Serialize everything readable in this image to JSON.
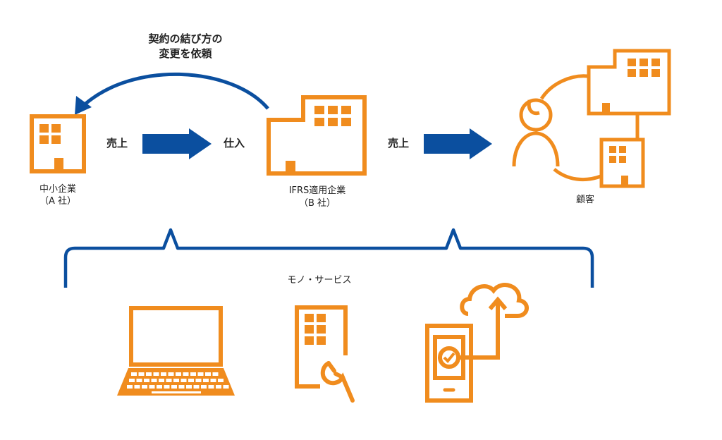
{
  "request_label": "契約の結び方の\n変更を依頼",
  "company_a": {
    "name": "中小企業",
    "sub": "（A 社）"
  },
  "company_b": {
    "name": "IFRS適用企業",
    "sub": "（B 社）"
  },
  "customer": {
    "name": "顧客"
  },
  "flow_sales_1": "売上",
  "flow_purchase": "仕入",
  "flow_sales_2": "売上",
  "goods_label": "モノ・サービス",
  "colors": {
    "orange": "#F08C1E",
    "blue": "#0B4F9F"
  }
}
